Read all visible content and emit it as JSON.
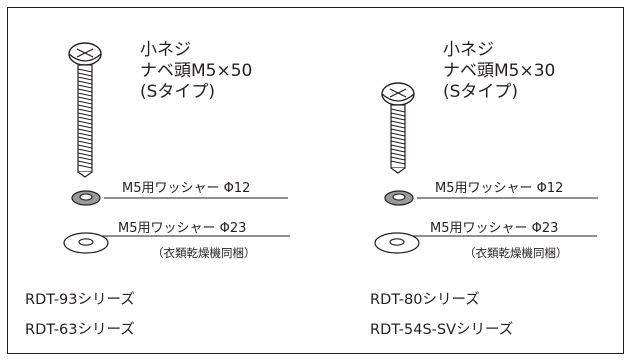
{
  "panels": [
    {
      "screw": {
        "line1": "小ネジ",
        "line2": "ナベ頭M5×50",
        "line3": "(Sタイプ)",
        "icon": "pan-head-screw-icon"
      },
      "washers": [
        {
          "label": "M5用ワッシャー Φ12",
          "icon": "small-washer-icon"
        },
        {
          "label": "M5用ワッシャー Φ23",
          "note": "（衣類乾燥機同梱）",
          "icon": "large-washer-icon"
        }
      ],
      "series": [
        "RDT-93シリーズ",
        "RDT-63シリーズ"
      ]
    },
    {
      "screw": {
        "line1": "小ネジ",
        "line2": "ナベ頭M5×30",
        "line3": "(Sタイプ)",
        "icon": "pan-head-screw-icon"
      },
      "washers": [
        {
          "label": "M5用ワッシャー Φ12",
          "icon": "small-washer-icon"
        },
        {
          "label": "M5用ワッシャー Φ23",
          "note": "（衣類乾燥機同梱）",
          "icon": "large-washer-icon"
        }
      ],
      "series": [
        "RDT-80シリーズ",
        "RDT-54S-SVシリーズ"
      ]
    }
  ],
  "colors": {
    "ink": "#231f20",
    "washer_shade": "#9a9a9a"
  }
}
